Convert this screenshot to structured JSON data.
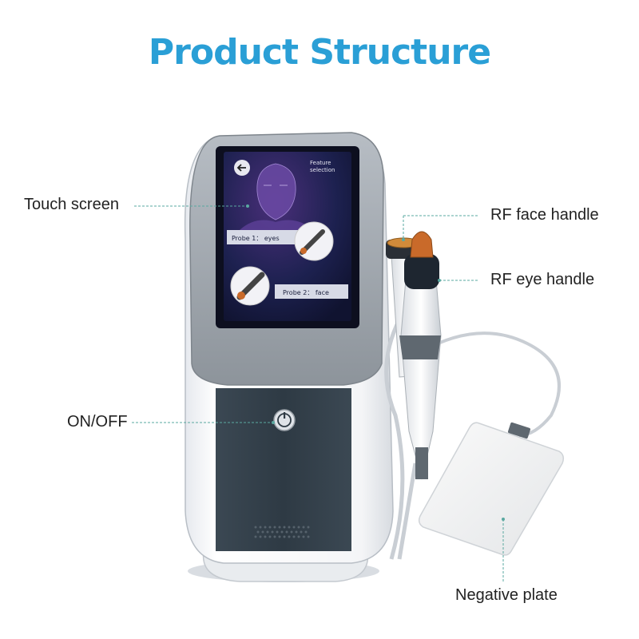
{
  "title": "Product Structure",
  "colors": {
    "title": "#2a9fd6",
    "leader_line": "#5aa8a0",
    "body_white": "#f4f5f7",
    "body_gray": "#8d949b",
    "front_panel": "#2e3a44",
    "screen_bg": "#151a3a",
    "handle_accent": "#c96a2a"
  },
  "labels": {
    "touch_screen": "Touch screen",
    "on_off": "ON/OFF",
    "rf_face_handle": "RF face handle",
    "rf_eye_handle": "RF eye handle",
    "negative_plate": "Negative plate"
  },
  "screen": {
    "back_icon": "back-arrow-icon",
    "feature_line1": "Feature",
    "feature_line2": "selection",
    "probe1_label": "Probe 1： eyes",
    "probe2_label": "Probe 2： face"
  },
  "power_icon": "power-icon"
}
